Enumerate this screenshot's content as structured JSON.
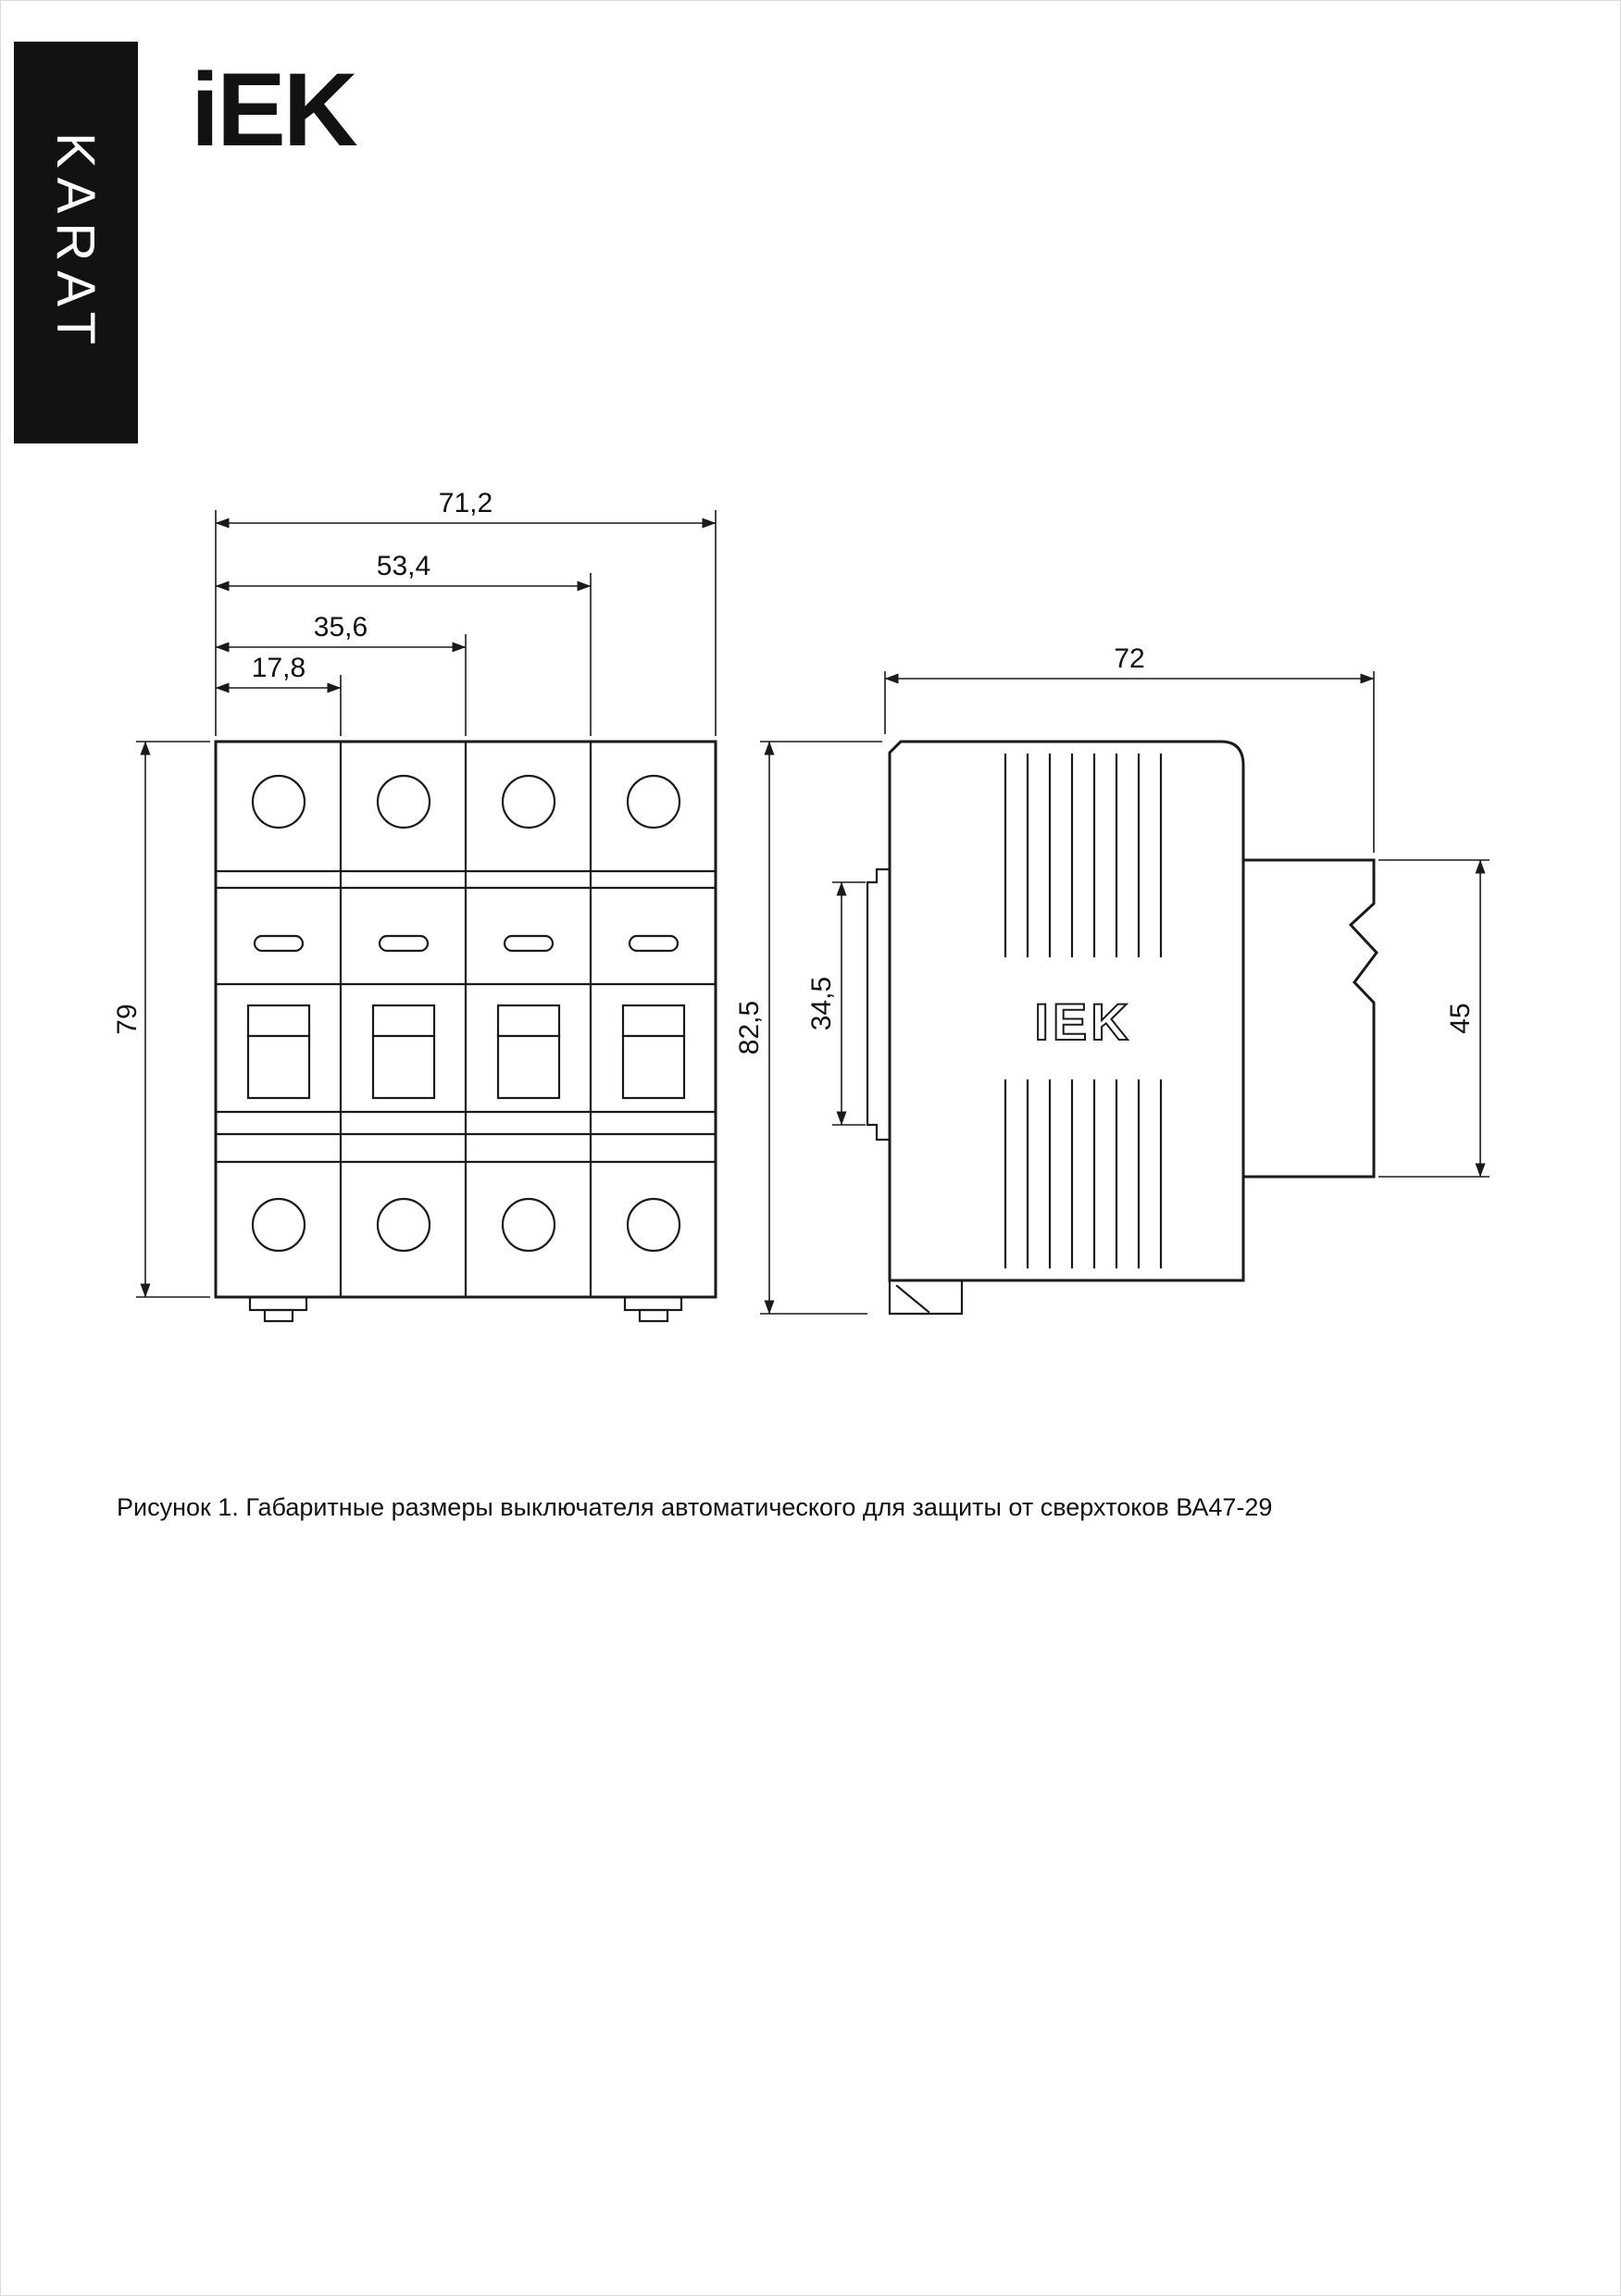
{
  "brand": {
    "vertical_label": "KARAT",
    "logo_text": "iEK"
  },
  "figure": {
    "caption": "Рисунок 1. Габаритные размеры выключателя автоматического для защиты от сверхтоков ВА47-29"
  },
  "front_view": {
    "dims": {
      "width_1p": "17,8",
      "width_2p": "35,6",
      "width_3p": "53,4",
      "total_width": "71,2",
      "height": "79"
    }
  },
  "side_view": {
    "logo_text": "IEK",
    "dims": {
      "depth": "72",
      "height_total": "82,5",
      "rail_section": "34,5",
      "front_section": "45"
    }
  }
}
